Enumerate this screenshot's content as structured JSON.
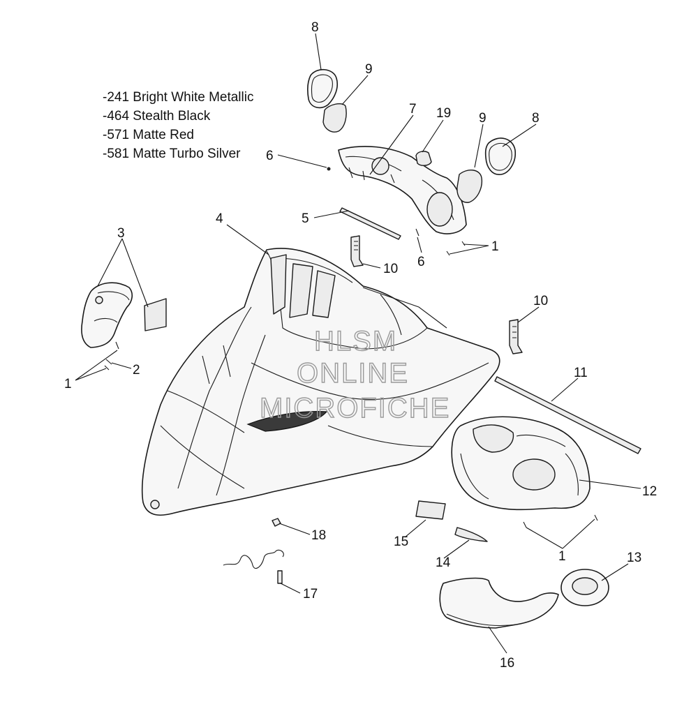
{
  "legend": {
    "lines": [
      "-241 Bright White Metallic",
      "-464 Stealth Black",
      "-571  Matte Red",
      "-581 Matte Turbo Silver"
    ]
  },
  "watermark": {
    "line1": "HLSM",
    "line2": "ONLINE",
    "line3": "MICROFICHE"
  },
  "callouts": {
    "c8a": "8",
    "c9a": "9",
    "c7": "7",
    "c19": "19",
    "c9b": "9",
    "c8b": "8",
    "c6a": "6",
    "c5": "5",
    "c4": "4",
    "c3": "3",
    "c10a": "10",
    "c6b": "6",
    "c1a": "1",
    "c10b": "10",
    "c2": "2",
    "c1b": "1",
    "c11": "11",
    "c12": "12",
    "c18": "18",
    "c15": "15",
    "c14": "14",
    "c1c": "1",
    "c13": "13",
    "c17": "17",
    "c16": "16"
  }
}
